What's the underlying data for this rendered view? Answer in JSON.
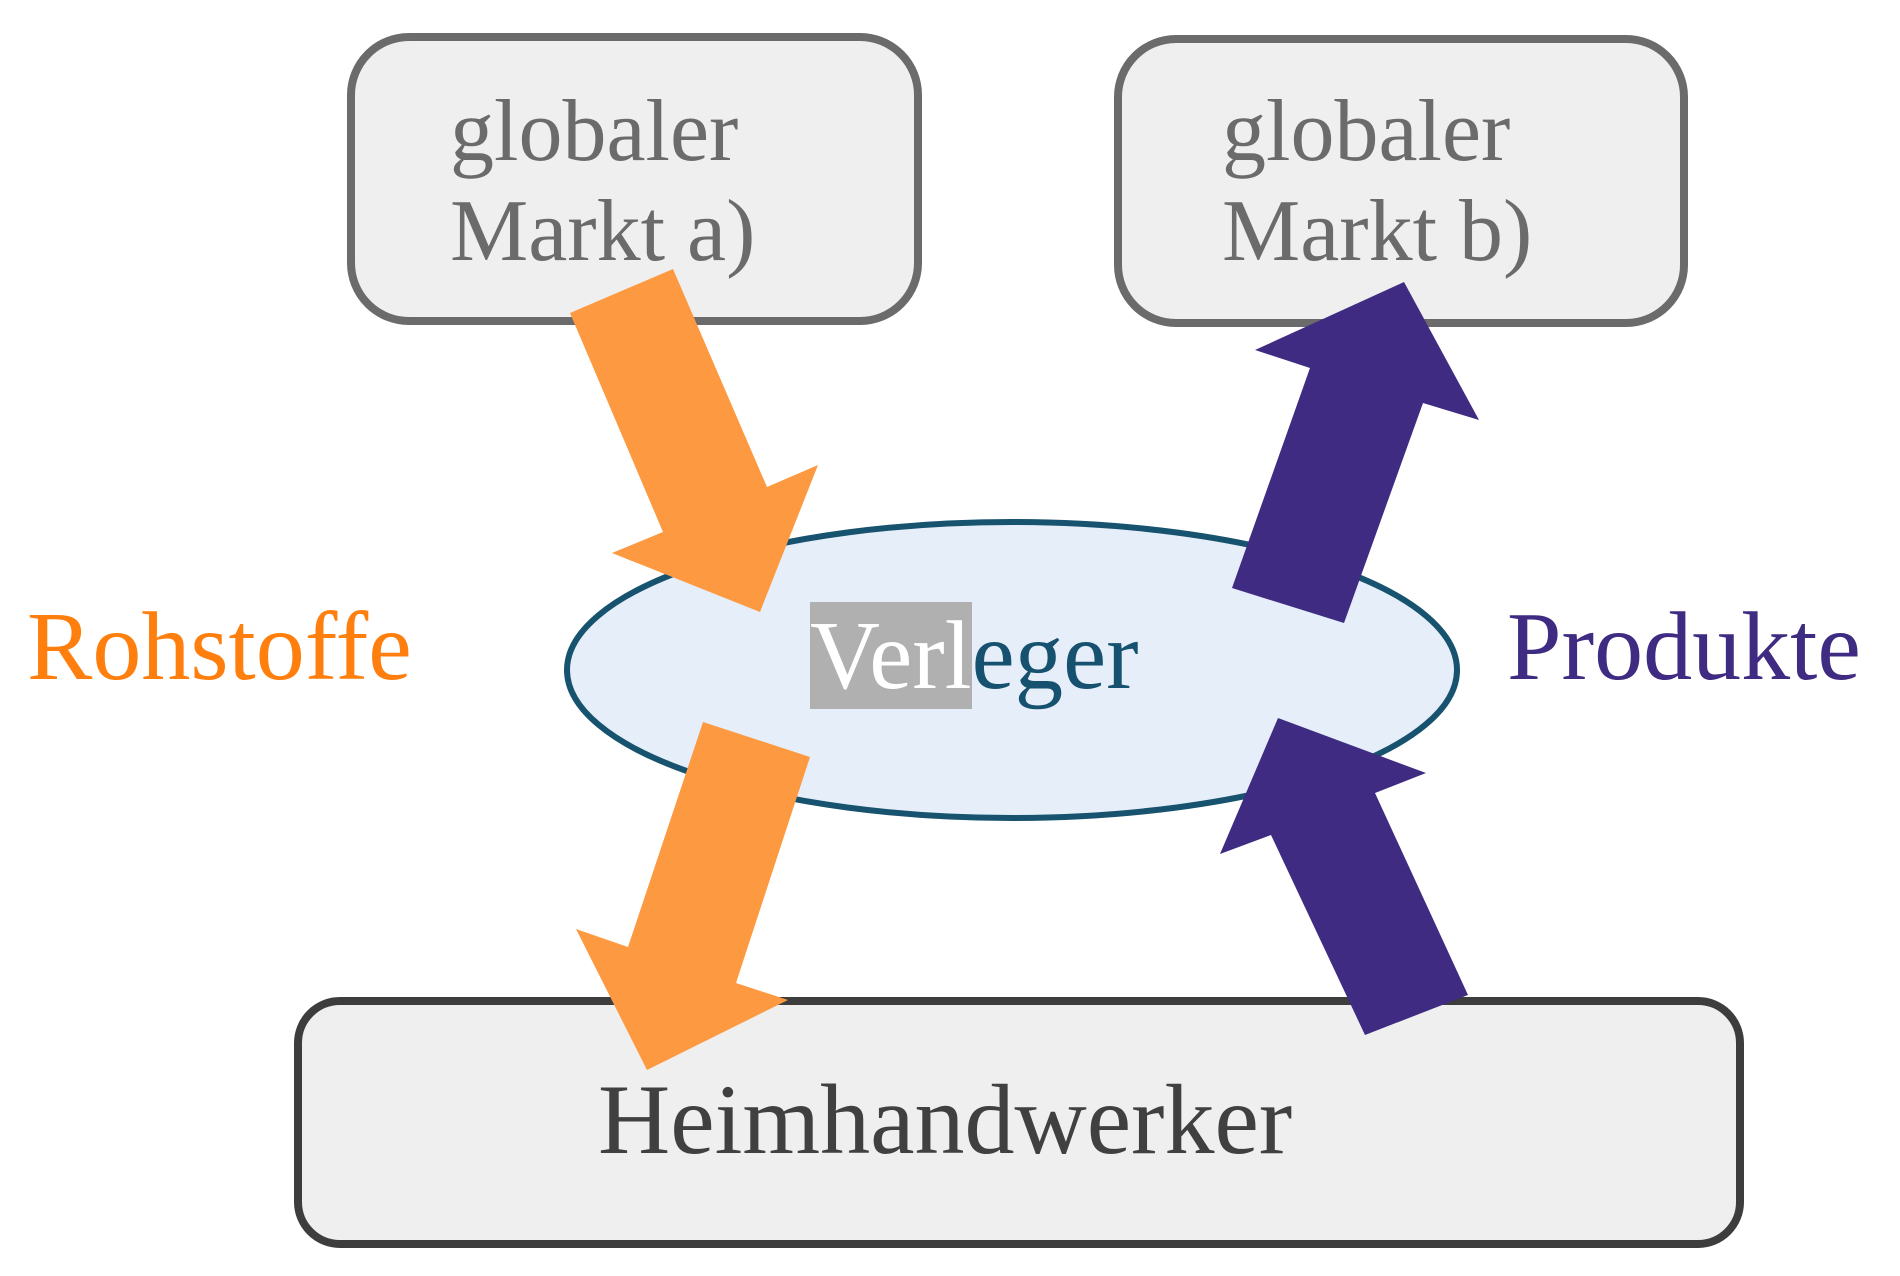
{
  "diagram": {
    "nodes": {
      "market_a": {
        "line1": "globaler",
        "line2": "Markt a)"
      },
      "market_b": {
        "line1": "globaler",
        "line2": "Markt b)"
      },
      "verleger": {
        "selected_part": "Verl",
        "rest": "eger",
        "full": "Verleger"
      },
      "heimhandwerker": {
        "label": "Heimhandwerker"
      }
    },
    "side_labels": {
      "left": "Rohstoffe",
      "right": "Produkte"
    },
    "edges": [
      {
        "from": "globaler Markt a)",
        "to": "Verleger",
        "category": "Rohstoffe"
      },
      {
        "from": "Verleger",
        "to": "Heimhandwerker",
        "category": "Rohstoffe"
      },
      {
        "from": "Verleger",
        "to": "globaler Markt b)",
        "category": "Produkte"
      },
      {
        "from": "Heimhandwerker",
        "to": "Verleger",
        "category": "Produkte"
      }
    ],
    "colors": {
      "rohstoffe_arrow": "#fd9940",
      "rohstoffe_text": "#ff7f0e",
      "produkte": "#3f2b82",
      "verleger_stroke": "#17526f",
      "verleger_fill": "#e6eef9",
      "box_fill": "#efefef",
      "market_border": "#6b6b6b",
      "heim_border": "#3d3d3d",
      "selection": "#b0b0b0"
    }
  }
}
